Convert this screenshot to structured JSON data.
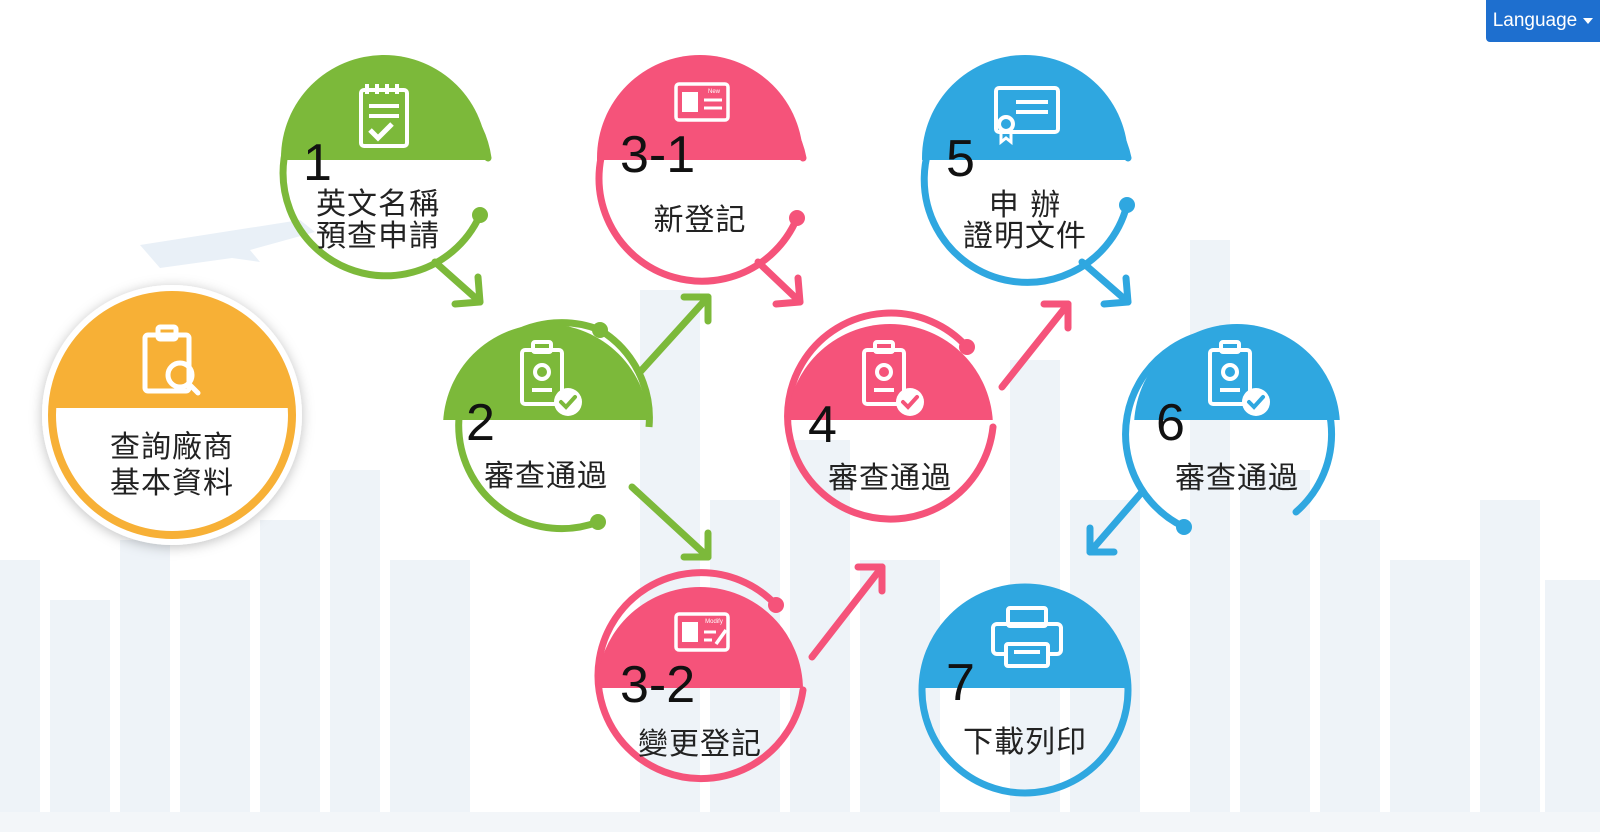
{
  "language_button": {
    "label": "Language"
  },
  "colors": {
    "orange": "#f7b036",
    "green": "#7cb93a",
    "pink": "#f5537a",
    "blue": "#2fa7e0",
    "button": "#1e6fcf"
  },
  "start": {
    "line1": "查詢廠商",
    "line2": "基本資料",
    "icon": "clipboard-search-icon"
  },
  "steps": [
    {
      "id": "1",
      "line1": "英文名稱",
      "line2": "預查申請",
      "icon": "notepad-check-icon"
    },
    {
      "id": "2",
      "line1": "審查通過",
      "icon": "clipboard-approve-icon"
    },
    {
      "id": "3-1",
      "line1": "新登記",
      "icon": "id-card-new-icon",
      "tag": "New"
    },
    {
      "id": "3-2",
      "line1": "變更登記",
      "icon": "id-card-modify-icon",
      "tag": "Modify"
    },
    {
      "id": "4",
      "line1": "審查通過",
      "icon": "clipboard-approve-icon"
    },
    {
      "id": "5",
      "line1": "申 辦",
      "line2": "證明文件",
      "icon": "certificate-icon"
    },
    {
      "id": "6",
      "line1": "審查通過",
      "icon": "clipboard-approve-icon"
    },
    {
      "id": "7",
      "line1": "下載列印",
      "icon": "printer-icon"
    }
  ]
}
